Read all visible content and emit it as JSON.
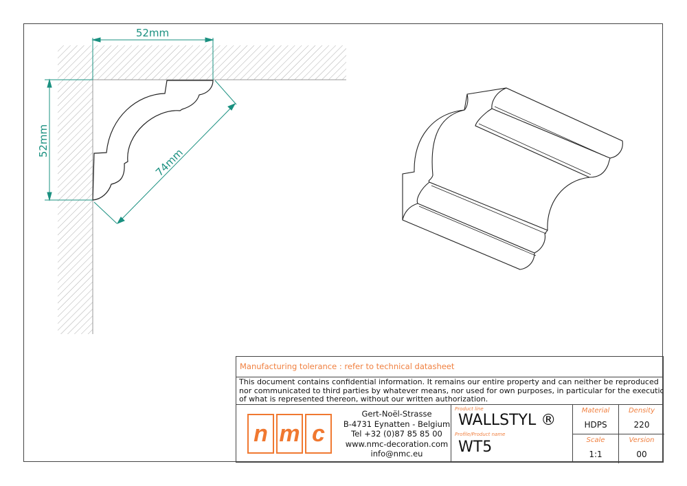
{
  "dimensions": {
    "width_label": "52mm",
    "height_label": "52mm",
    "diagonal_label": "74mm"
  },
  "title_block": {
    "tolerance_note": "Manufacturing tolerance : refer to technical datasheet",
    "confidential_lines": [
      "This document contains confidential information. It remains our entire property and can neither be reproduced",
      "nor communicated to third parties by whatever means, nor used for own purposes, in particular for the execution",
      "of what is represented thereon, without our written authorization."
    ],
    "logo_letters": [
      "n",
      "m",
      "c"
    ],
    "address": [
      "Gert-Noël-Strasse",
      "B-4731 Eynatten - Belgium",
      "Tel +32 (0)87 85 85 00",
      "www.nmc-decoration.com",
      "info@nmc.eu"
    ],
    "product_line_label": "Product line",
    "product_line": "WALLSTYL ®",
    "profile_label": "Profile/Product name",
    "profile": "WT5",
    "material_label": "Material",
    "material": "HDPS",
    "density_label": "Density",
    "density": "220",
    "scale_label": "Scale",
    "scale": "1:1",
    "version_label": "Version",
    "version": "00"
  },
  "colors": {
    "dimension": "#1a9080",
    "accent": "#f07830"
  }
}
